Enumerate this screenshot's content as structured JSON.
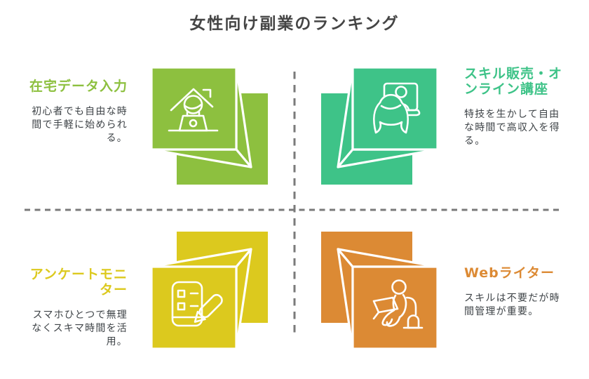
{
  "title": "女性向け副業のランキング",
  "colors": {
    "green": "#8DC03F",
    "teal": "#3EC388",
    "yellow": "#DCC91E",
    "orange": "#DC8A34",
    "title_text": "#454545",
    "body_text": "#3E4347",
    "divider": "#7A7A7A",
    "background": "#FFFFFF"
  },
  "quadrants": [
    {
      "key": "home-data-entry",
      "heading": "在宅データ入力",
      "body": "初心者でも自由な時間で手軽に始められる。",
      "color_key": "green",
      "icon": "home-worker-icon"
    },
    {
      "key": "skill-online-course",
      "heading": "スキル販売・オンライン講座",
      "body": "特技を生かして自由な時間で高収入を得る。",
      "color_key": "teal",
      "icon": "online-course-icon"
    },
    {
      "key": "survey-monitor",
      "heading": "アンケートモニター",
      "body": "スマホひとつで無理なくスキマ時間を活用。",
      "color_key": "yellow",
      "icon": "survey-pencil-icon"
    },
    {
      "key": "web-writer",
      "heading": "Webライター",
      "body": "スキルは不要だが時間管理が重要。",
      "color_key": "orange",
      "icon": "writer-laptop-icon"
    }
  ]
}
